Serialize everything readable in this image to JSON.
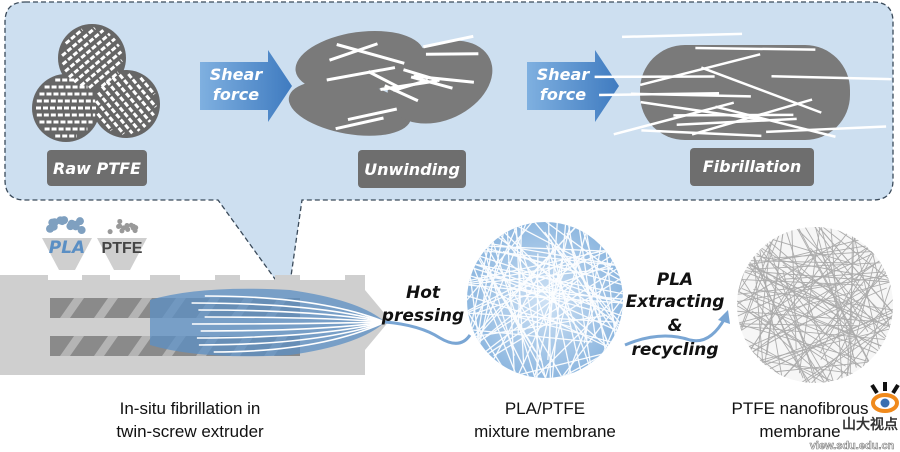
{
  "callout": {
    "stages": [
      "Raw PTFE",
      "Unwinding",
      "Fibrillation"
    ],
    "arrows": [
      "Shear force",
      "Shear force"
    ],
    "arrow_lines": [
      [
        "Shear",
        "force"
      ],
      [
        "Shear",
        "force"
      ]
    ]
  },
  "extruder": {
    "hoppers": [
      "PLA",
      "PTFE"
    ],
    "caption_lines": [
      "In-situ fibrillation in",
      "twin-screw extruder"
    ]
  },
  "steps": {
    "hot_pressing": [
      "Hot",
      "pressing"
    ],
    "extracting": [
      "PLA",
      "Extracting",
      "&",
      "recycling"
    ]
  },
  "membranes": {
    "mixture_lines": [
      "PLA/PTFE",
      "mixture membrane"
    ],
    "final_lines": [
      "PTFE nanofibrous",
      "membrane"
    ]
  },
  "watermark": {
    "name": "山大视点",
    "url": "view.sdu.edu.cn"
  },
  "colors": {
    "callout_bg": "#cddff0",
    "label_box": "#6e6e6e",
    "arrow_blue": "#4a86c5",
    "extruder_gray": "#cfcfcf",
    "fluid_blue": "#5b8fc4"
  }
}
